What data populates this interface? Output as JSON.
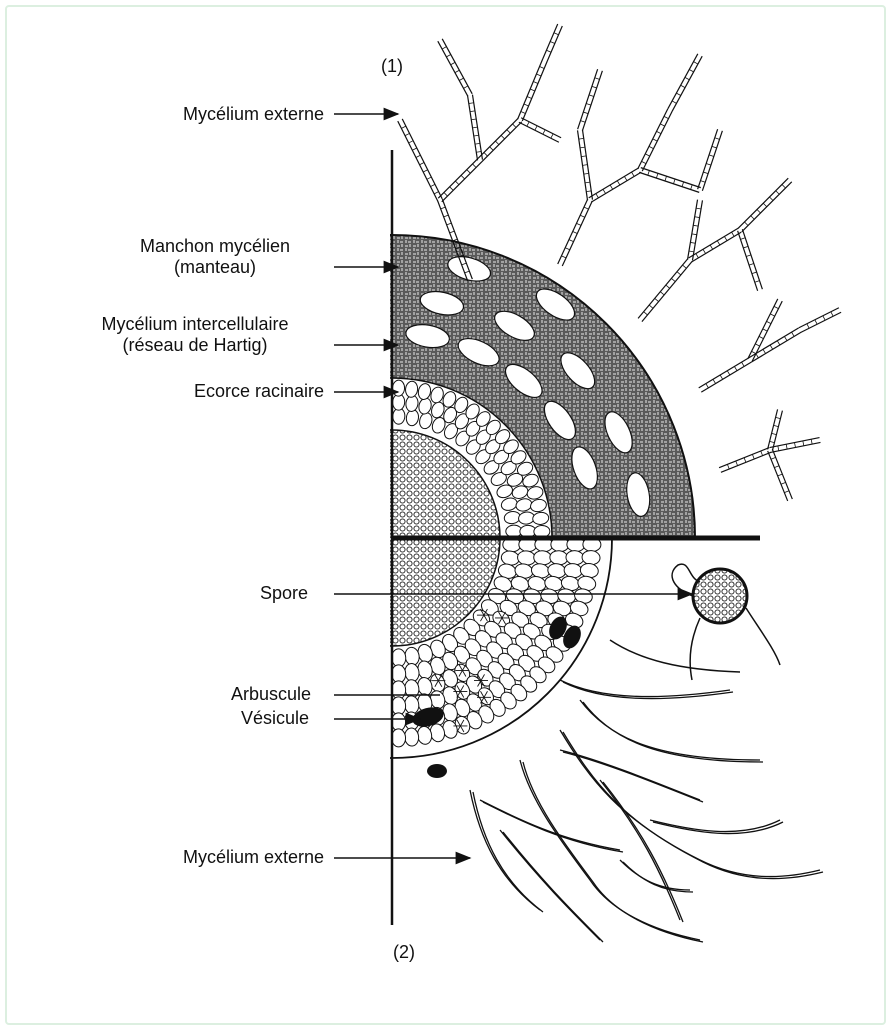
{
  "figure": {
    "colors": {
      "ink": "#111111",
      "frame": "#dcefe0",
      "background": "#ffffff"
    },
    "markers": {
      "top": "(1)",
      "bottom": "(2)"
    },
    "labels": {
      "mycelium_external_top": "Mycélium externe",
      "mantle_line1": "Manchon mycélien",
      "mantle_line2": "(manteau)",
      "hartig_line1": "Mycélium intercellulaire",
      "hartig_line2": "(réseau de Hartig)",
      "cortex": "Ecorce racinaire",
      "spore": "Spore",
      "arbuscule": "Arbuscule",
      "vesicle": "Vésicule",
      "mycelium_external_bottom": "Mycélium externe"
    }
  }
}
